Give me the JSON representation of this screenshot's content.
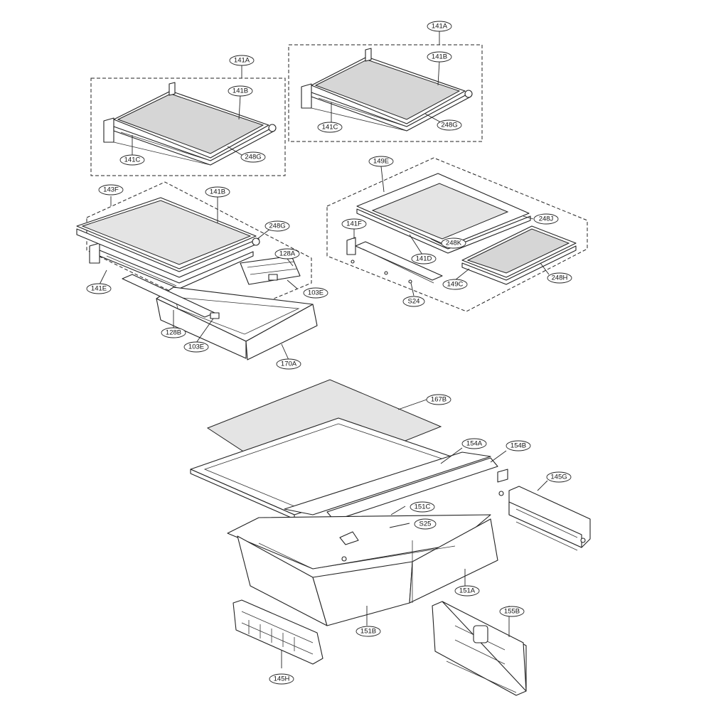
{
  "labels": {
    "l141A_left": "141A",
    "l141B_left": "141B",
    "l141C_left": "141C",
    "l248G_left": "248G",
    "l141A_right": "141A",
    "l141B_right": "141B",
    "l141C_right": "141C",
    "l248G_right": "248G",
    "l143F": "143F",
    "l141B_mid": "141B",
    "l248G_mid": "248G",
    "l128A": "128A",
    "l103E_top": "103E",
    "l141E": "141E",
    "l128B": "128B",
    "l103E_bot": "103E",
    "l170A": "170A",
    "l149E": "149E",
    "l141F": "141F",
    "l248J": "248J",
    "l248K": "248K",
    "l141D": "141D",
    "l149C": "149C",
    "l248H": "248H",
    "lS24": "S24",
    "l167B": "167B",
    "l154A": "154A",
    "l154B": "154B",
    "l145G": "145G",
    "l151C": "151C",
    "lS25": "S25",
    "l151A": "151A",
    "l151B": "151B",
    "l155B": "155B",
    "l145H": "145H"
  }
}
